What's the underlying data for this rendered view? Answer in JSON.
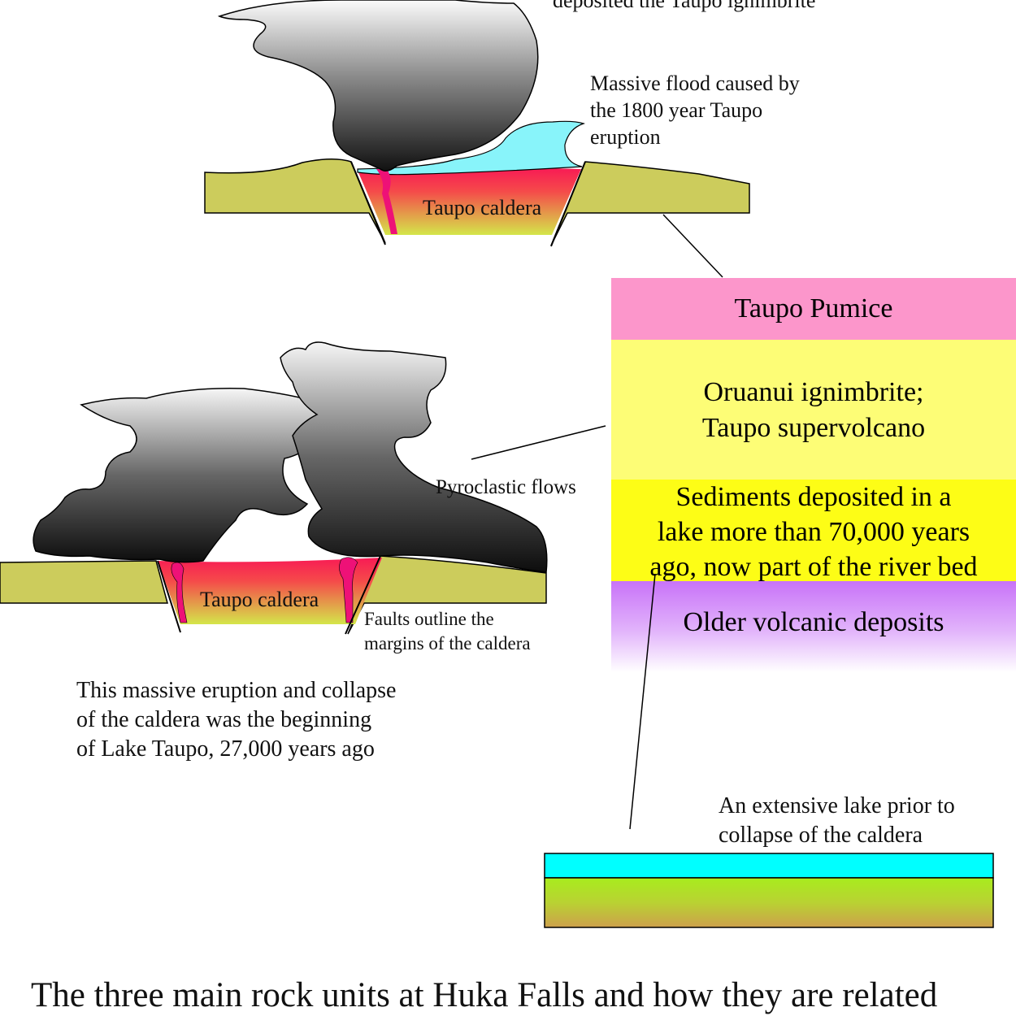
{
  "colors": {
    "ground": "#cccc5c",
    "lake_water": "#88f4fa",
    "shallow_lake": "#00ffff",
    "lava_top": "#f81a55",
    "lava_bottom": "#d4e64a",
    "magma_conduit": "#ee1177",
    "ash_light": "#fbfbfb",
    "ash_dark": "#111111",
    "taupo_pumice": "#fc96cb",
    "oruanui": "#fdfd76",
    "sediments": "#fdfd16",
    "older_volcanic": "#cc7af8"
  },
  "top_panel": {
    "top_caption": "deposited the Taupo ignimbrite",
    "flood_caption": [
      "Massive flood caused by",
      "the 1800 year Taupo",
      "eruption"
    ],
    "caldera_label": "Taupo caldera"
  },
  "middle_panel": {
    "pyroclastic_label": "Pyroclastic flows",
    "caldera_label": "Taupo caldera",
    "faults_caption": [
      "Faults outline the",
      "margins of the caldera"
    ],
    "eruption_caption": [
      "This massive eruption and collapse",
      "of the caldera was the beginning",
      "of Lake Taupo, 27,000 years ago"
    ]
  },
  "column": {
    "taupo_pumice": "Taupo Pumice",
    "oruanui": [
      "Oruanui ignimbrite;",
      "Taupo supervolcano"
    ],
    "sediments": [
      "Sediments deposited in a",
      "lake more than 70,000 years",
      "ago, now part of the river bed"
    ],
    "older_volcanic": "Older volcanic deposits"
  },
  "bottom_panel": {
    "lake_caption": [
      "An extensive lake prior to",
      "collapse of the caldera"
    ]
  },
  "title": "The three main rock units at Huka Falls and how they are related"
}
